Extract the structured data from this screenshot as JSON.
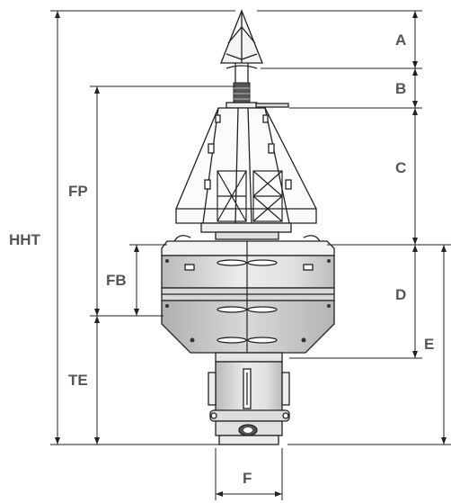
{
  "labels": {
    "a": "A",
    "b": "B",
    "c": "C",
    "d": "D",
    "e": "E",
    "f": "F",
    "fp": "FP",
    "fb": "FB",
    "te": "TE",
    "hht": "HHT"
  },
  "colors": {
    "line": "#222222",
    "label": "#555555",
    "body_shade": "#c9c9c9",
    "body_light": "#ececec"
  }
}
